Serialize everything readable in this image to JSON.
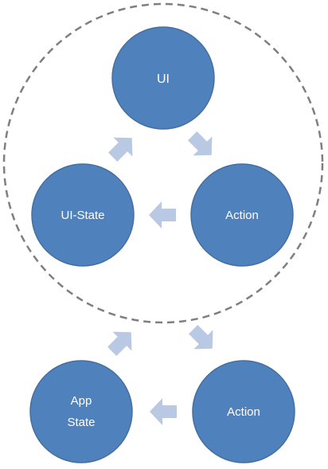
{
  "diagram": {
    "nodes": {
      "ui": {
        "label": "UI"
      },
      "ui_state": {
        "label": "UI-State"
      },
      "action_top": {
        "label": "Action"
      },
      "app_state": {
        "line1": "App",
        "line2": "State"
      },
      "action_bottom": {
        "label": "Action"
      }
    },
    "colors": {
      "circle_fill": "#4f81bd",
      "circle_stroke": "#456f9f",
      "arrow_fill": "#b9c9e3",
      "dashed_border": "#7f7f7f"
    },
    "icons": {
      "arrow": "block-arrow-icon",
      "boundary": "dashed-circle"
    }
  }
}
